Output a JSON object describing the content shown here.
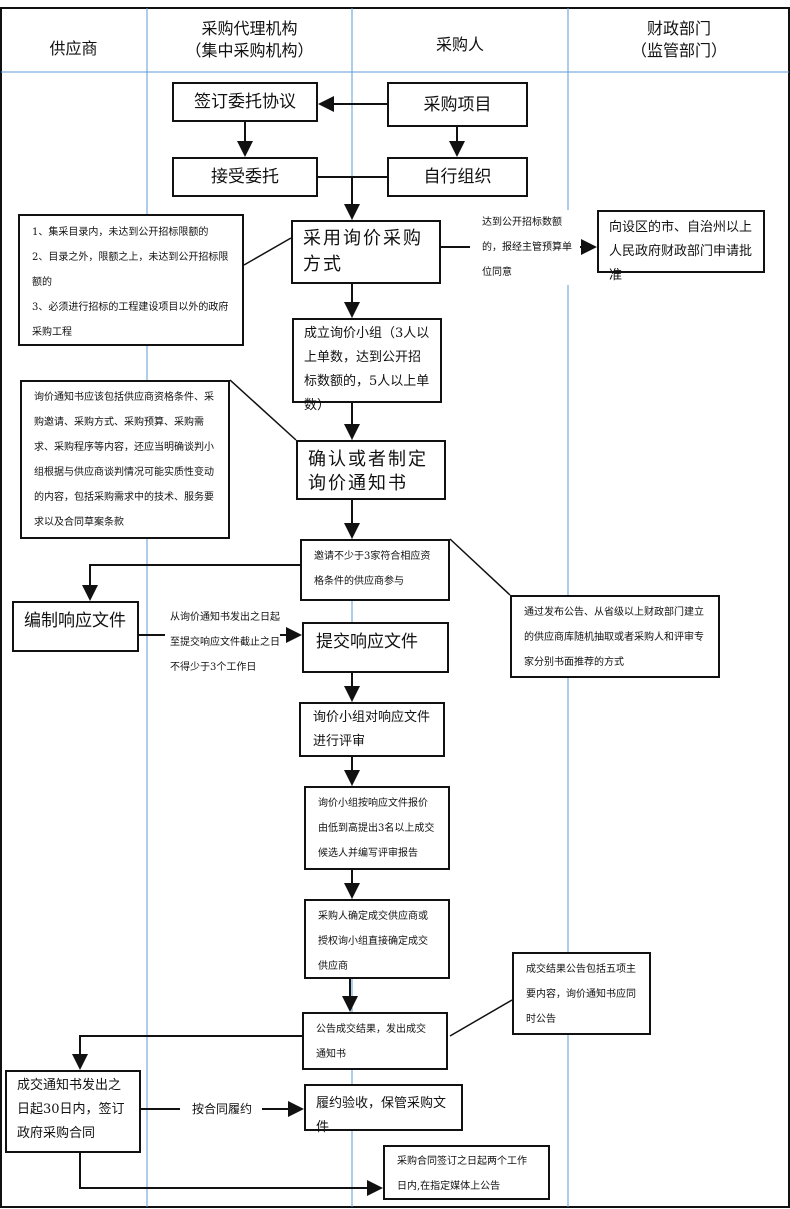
{
  "colors": {
    "lane_divider": "#5b9bd5",
    "line": "#111111"
  },
  "lanes": [
    {
      "title": "供应商",
      "subtitle": ""
    },
    {
      "title": "采购代理机构",
      "subtitle": "（集中采购机构）"
    },
    {
      "title": "采购人",
      "subtitle": ""
    },
    {
      "title": "财政部门",
      "subtitle": "（监管部门）"
    }
  ],
  "nodes": {
    "sign_agreement": "签订委托协议",
    "project": "采购项目",
    "accept": "接受委托",
    "self_organize": "自行组织",
    "adopt_inquiry": "采用询价采购方式",
    "form_panel": "成立询价小组（3人以上单数，达到公开招标数额的，5人以上单数）",
    "confirm_notice": "确认或者制定询价通知书",
    "invite": "邀请不少于3家符合相应资格条件的供应商参与",
    "prepare_response": "编制响应文件",
    "submit_response": "提交响应文件",
    "review": "询价小组对响应文件进行评审",
    "rank": "询价小组按响应文件报价由低到高提出3名以上成交候选人并编写评审报告",
    "determine": "采购人确定成交供应商或授权询小组直接确定成交供应商",
    "announce": "公告成交结果，发出成交通知书",
    "sign_contract": "成交通知书发出之日起30日内，签订政府采购合同",
    "acceptance": "履约验收，保管采购文件",
    "contract_publish": "采购合同签订之日起两个工作日内,在指定媒体上公告",
    "approval": "向设区的市、自治州以上人民政府财政部门申请批准"
  },
  "notes": {
    "conditions": [
      "1、集采目录内，未达到公开招标限额的",
      "2、目录之外，限额之上，未达到公开招标限额的",
      "3、必须进行招标的工程建设项目以外的政府采购工程"
    ],
    "notice_content": "询价通知书应该包括供应商资格条件、采购邀请、采购方式、采购预算、采购需求、采购程序等内容，还应当明确谈判小组根据与供应商谈判情况可能实质性变动的内容，包括采购需求中的技术、服务要求以及合同草案条款",
    "supplier_source": "通过发布公告、从省级以上财政部门建立的供应商库随机抽取或者采购人和评审专家分别书面推荐的方式",
    "result_content": "成交结果公告包括五项主要内容，询价通知书应同时公告"
  },
  "edge_labels": {
    "threshold": "达到公开招标数额的，报经主管预算单位同意",
    "deadline": "从询价通知书发出之日起至提交响应文件截止之日不得少于3个工作日",
    "perform": "按合同履约"
  }
}
